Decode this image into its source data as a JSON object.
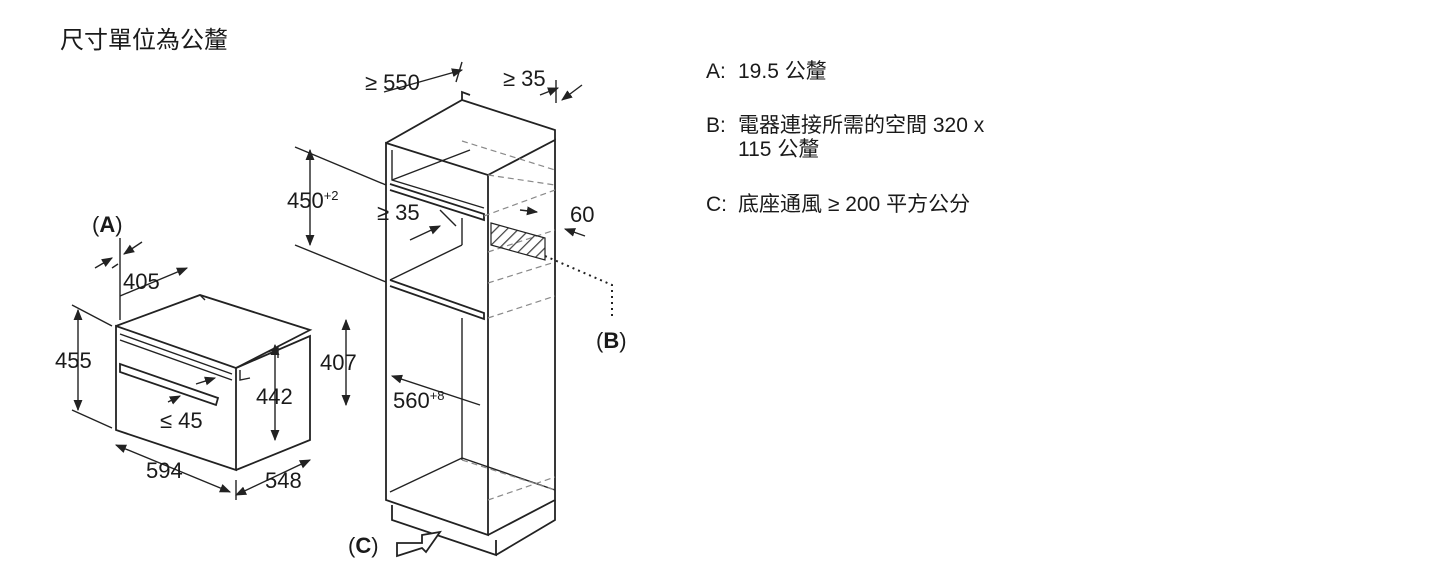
{
  "title": "尺寸單位為公釐",
  "dimensions": {
    "d550": "≥ 550",
    "d35_top": "≥ 35",
    "d450": "450",
    "d450_sup": "+2",
    "d35_mid": "≥ 35",
    "d60": "60",
    "d560": "560",
    "d560_sup": "+8",
    "d405": "405",
    "d455": "455",
    "d407": "407",
    "d442": "442",
    "d45": "≤ 45",
    "d594": "594",
    "d548": "548"
  },
  "callouts": {
    "A_open": "(",
    "A": "A",
    "A_close": ")",
    "B_open": "(",
    "B": "B",
    "B_close": ")",
    "C_open": "(",
    "C": "C",
    "C_close": ")"
  },
  "legend": [
    {
      "key": "A:",
      "text": "19.5 公釐",
      "cont": ""
    },
    {
      "key": "B:",
      "text": "電器連接所需的空間 320 x",
      "cont": "115 公釐"
    },
    {
      "key": "C:",
      "text": "底座通風 ≥ 200 平方公分",
      "cont": ""
    }
  ]
}
